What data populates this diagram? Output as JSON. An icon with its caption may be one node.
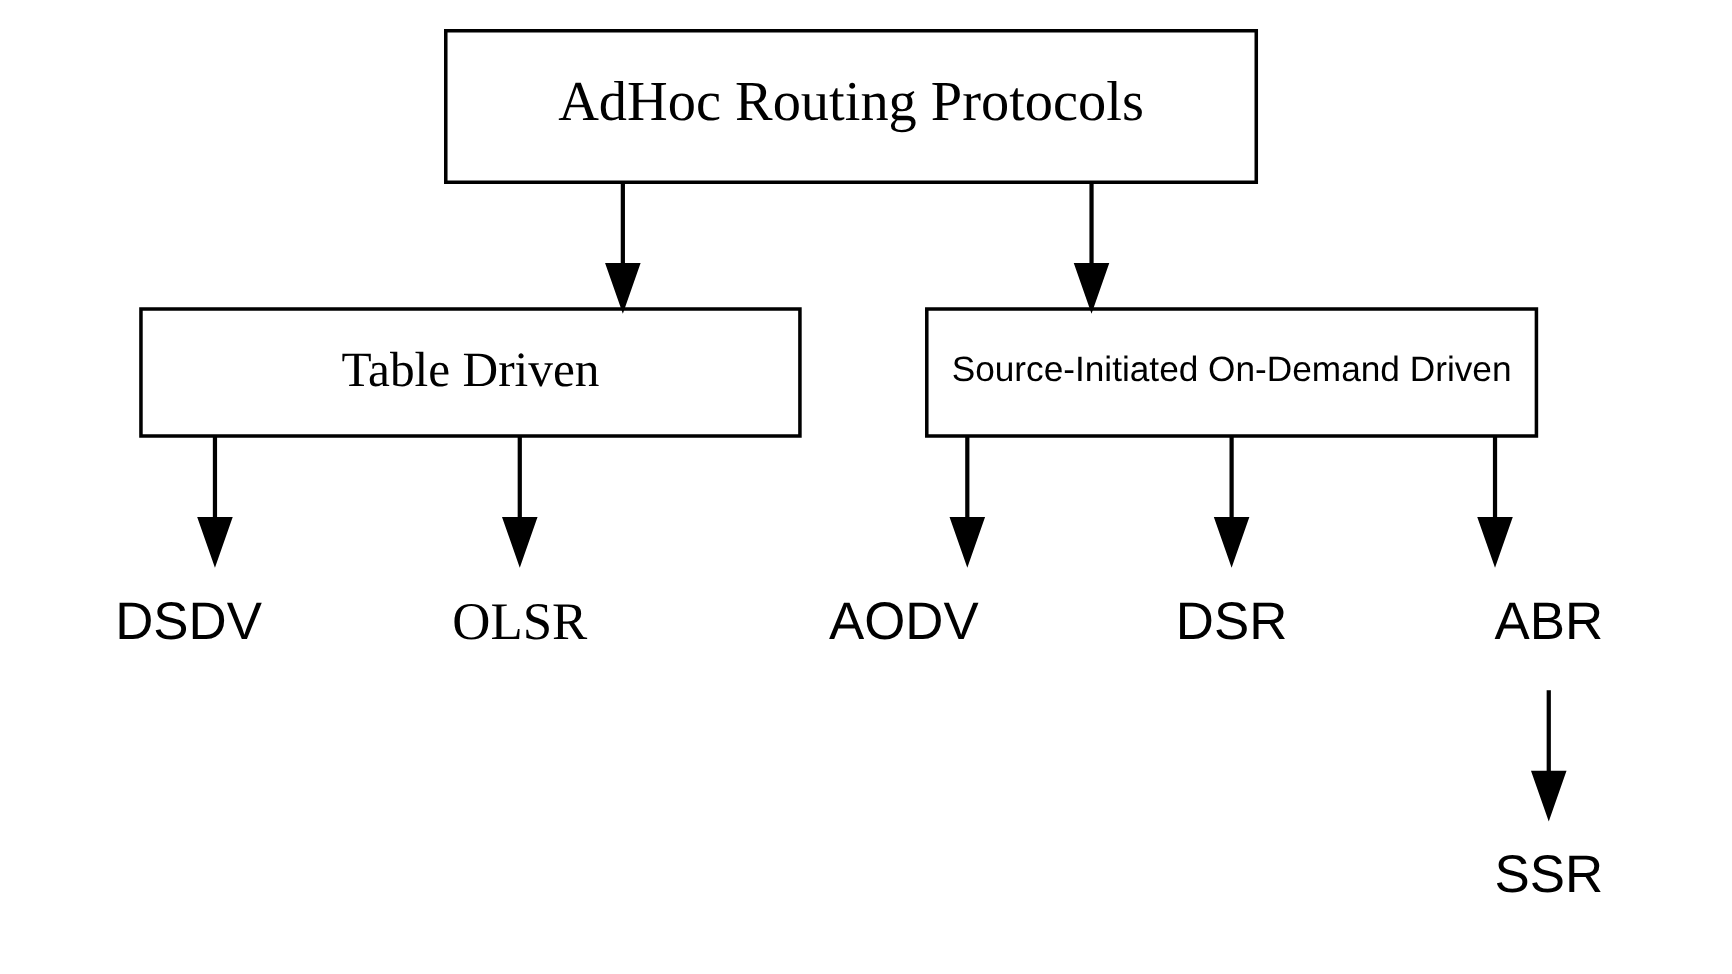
{
  "diagram": {
    "nodes": [
      {
        "text": [
          "AdHoc Routing Protocols"
        ]
      },
      {
        "text": [
          "Table Driven"
        ]
      },
      {
        "text": [
          "Source-Initiated On-Demand Driven"
        ]
      },
      {
        "text": [
          "DSDV"
        ]
      },
      {
        "text": [
          "OLSR"
        ]
      },
      {
        "text": [
          "AODV"
        ]
      },
      {
        "text": [
          "DSR"
        ]
      },
      {
        "text": [
          "ABR"
        ]
      },
      {
        "text": [
          "SSR"
        ]
      }
    ],
    "edges": [
      {
        "from": 0,
        "to": 1,
        "arrow": "to"
      },
      {
        "from": 0,
        "to": 2,
        "arrow": "to"
      },
      {
        "from": 1,
        "to": 3,
        "arrow": "to"
      },
      {
        "from": 1,
        "to": 4,
        "arrow": "to"
      },
      {
        "from": 2,
        "to": 5,
        "arrow": "to"
      },
      {
        "from": 2,
        "to": 6,
        "arrow": "to"
      },
      {
        "from": 2,
        "to": 7,
        "arrow": "to"
      },
      {
        "from": 7,
        "to": 8,
        "arrow": "to"
      }
    ]
  }
}
